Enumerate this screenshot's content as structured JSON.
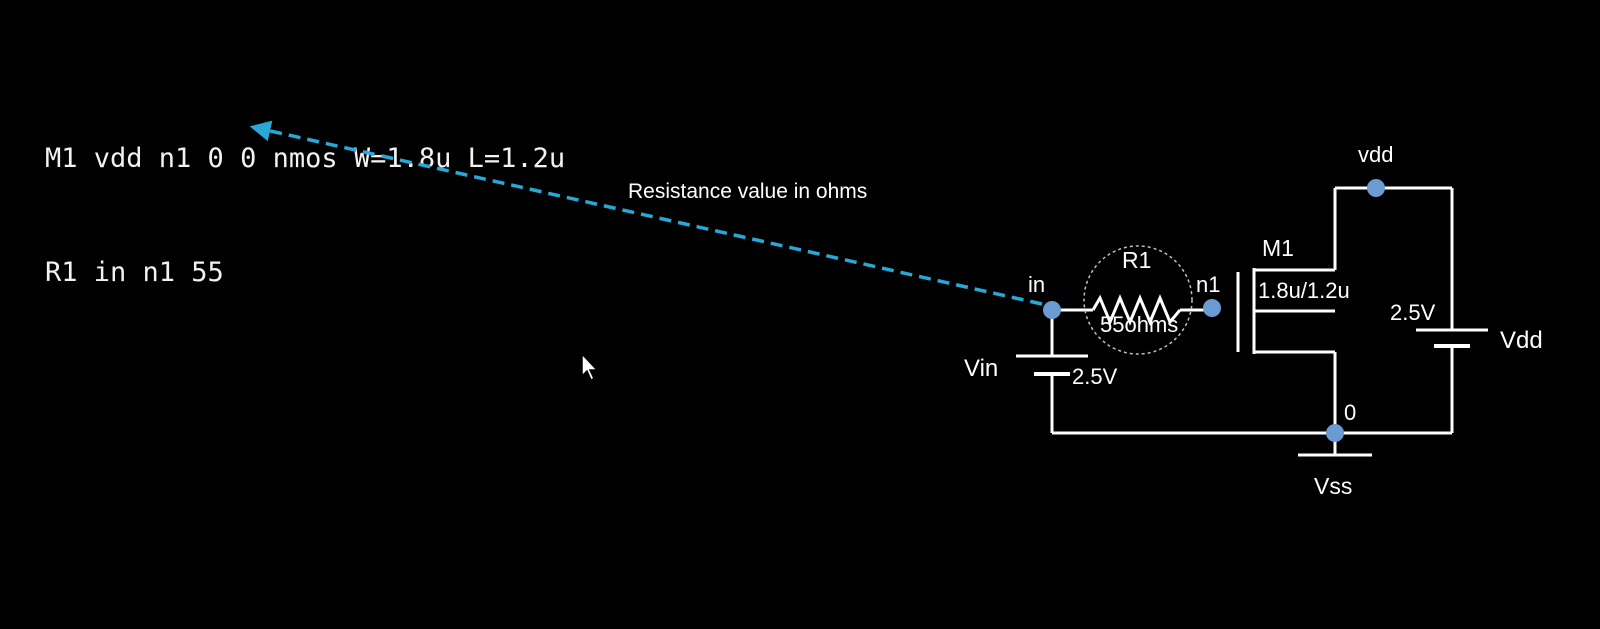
{
  "netlist": {
    "lines": [
      "M1 vdd n1 0 0 nmos W=1.8u L=1.2u",
      "R1 in n1 55"
    ]
  },
  "annotation": {
    "text": "Resistance value in ohms"
  },
  "schematic": {
    "nodes": {
      "in": "in",
      "n1": "n1",
      "vdd": "vdd",
      "ground": "0"
    },
    "resistor": {
      "name": "R1",
      "value": "55ohms"
    },
    "transistor": {
      "name": "M1",
      "size": "1.8u/1.2u"
    },
    "vin_source": {
      "name": "Vin",
      "value": "2.5V"
    },
    "vdd_source": {
      "name": "Vdd",
      "value": "2.5V"
    },
    "ground_label": "Vss"
  },
  "colors": {
    "background": "#000000",
    "wire": "#ffffff",
    "node_dot": "#6b9bd1",
    "arrow": "#29a8d8"
  },
  "icons": {
    "cursor": "mouse-pointer-icon"
  }
}
